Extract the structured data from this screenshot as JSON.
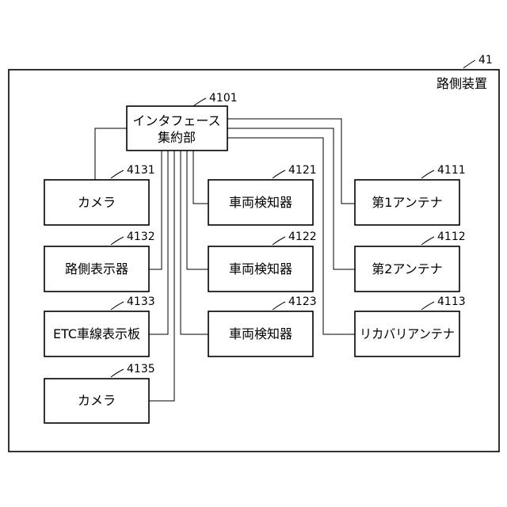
{
  "device": {
    "ref": "41",
    "title": "路側装置"
  },
  "hub": {
    "ref": "4101",
    "line1": "インタフェース",
    "line2": "集約部"
  },
  "blocks": [
    {
      "ref": "4131",
      "label": "カメラ"
    },
    {
      "ref": "4132",
      "label": "路側表示器"
    },
    {
      "ref": "4133",
      "label": "ETC車線表示板"
    },
    {
      "ref": "4135",
      "label": "カメラ"
    },
    {
      "ref": "4121",
      "label": "車両検知器"
    },
    {
      "ref": "4122",
      "label": "車両検知器"
    },
    {
      "ref": "4123",
      "label": "車両検知器"
    },
    {
      "ref": "4111",
      "label": "第1アンテナ"
    },
    {
      "ref": "4112",
      "label": "第2アンテナ"
    },
    {
      "ref": "4113",
      "label": "リカバリアンテナ"
    }
  ]
}
